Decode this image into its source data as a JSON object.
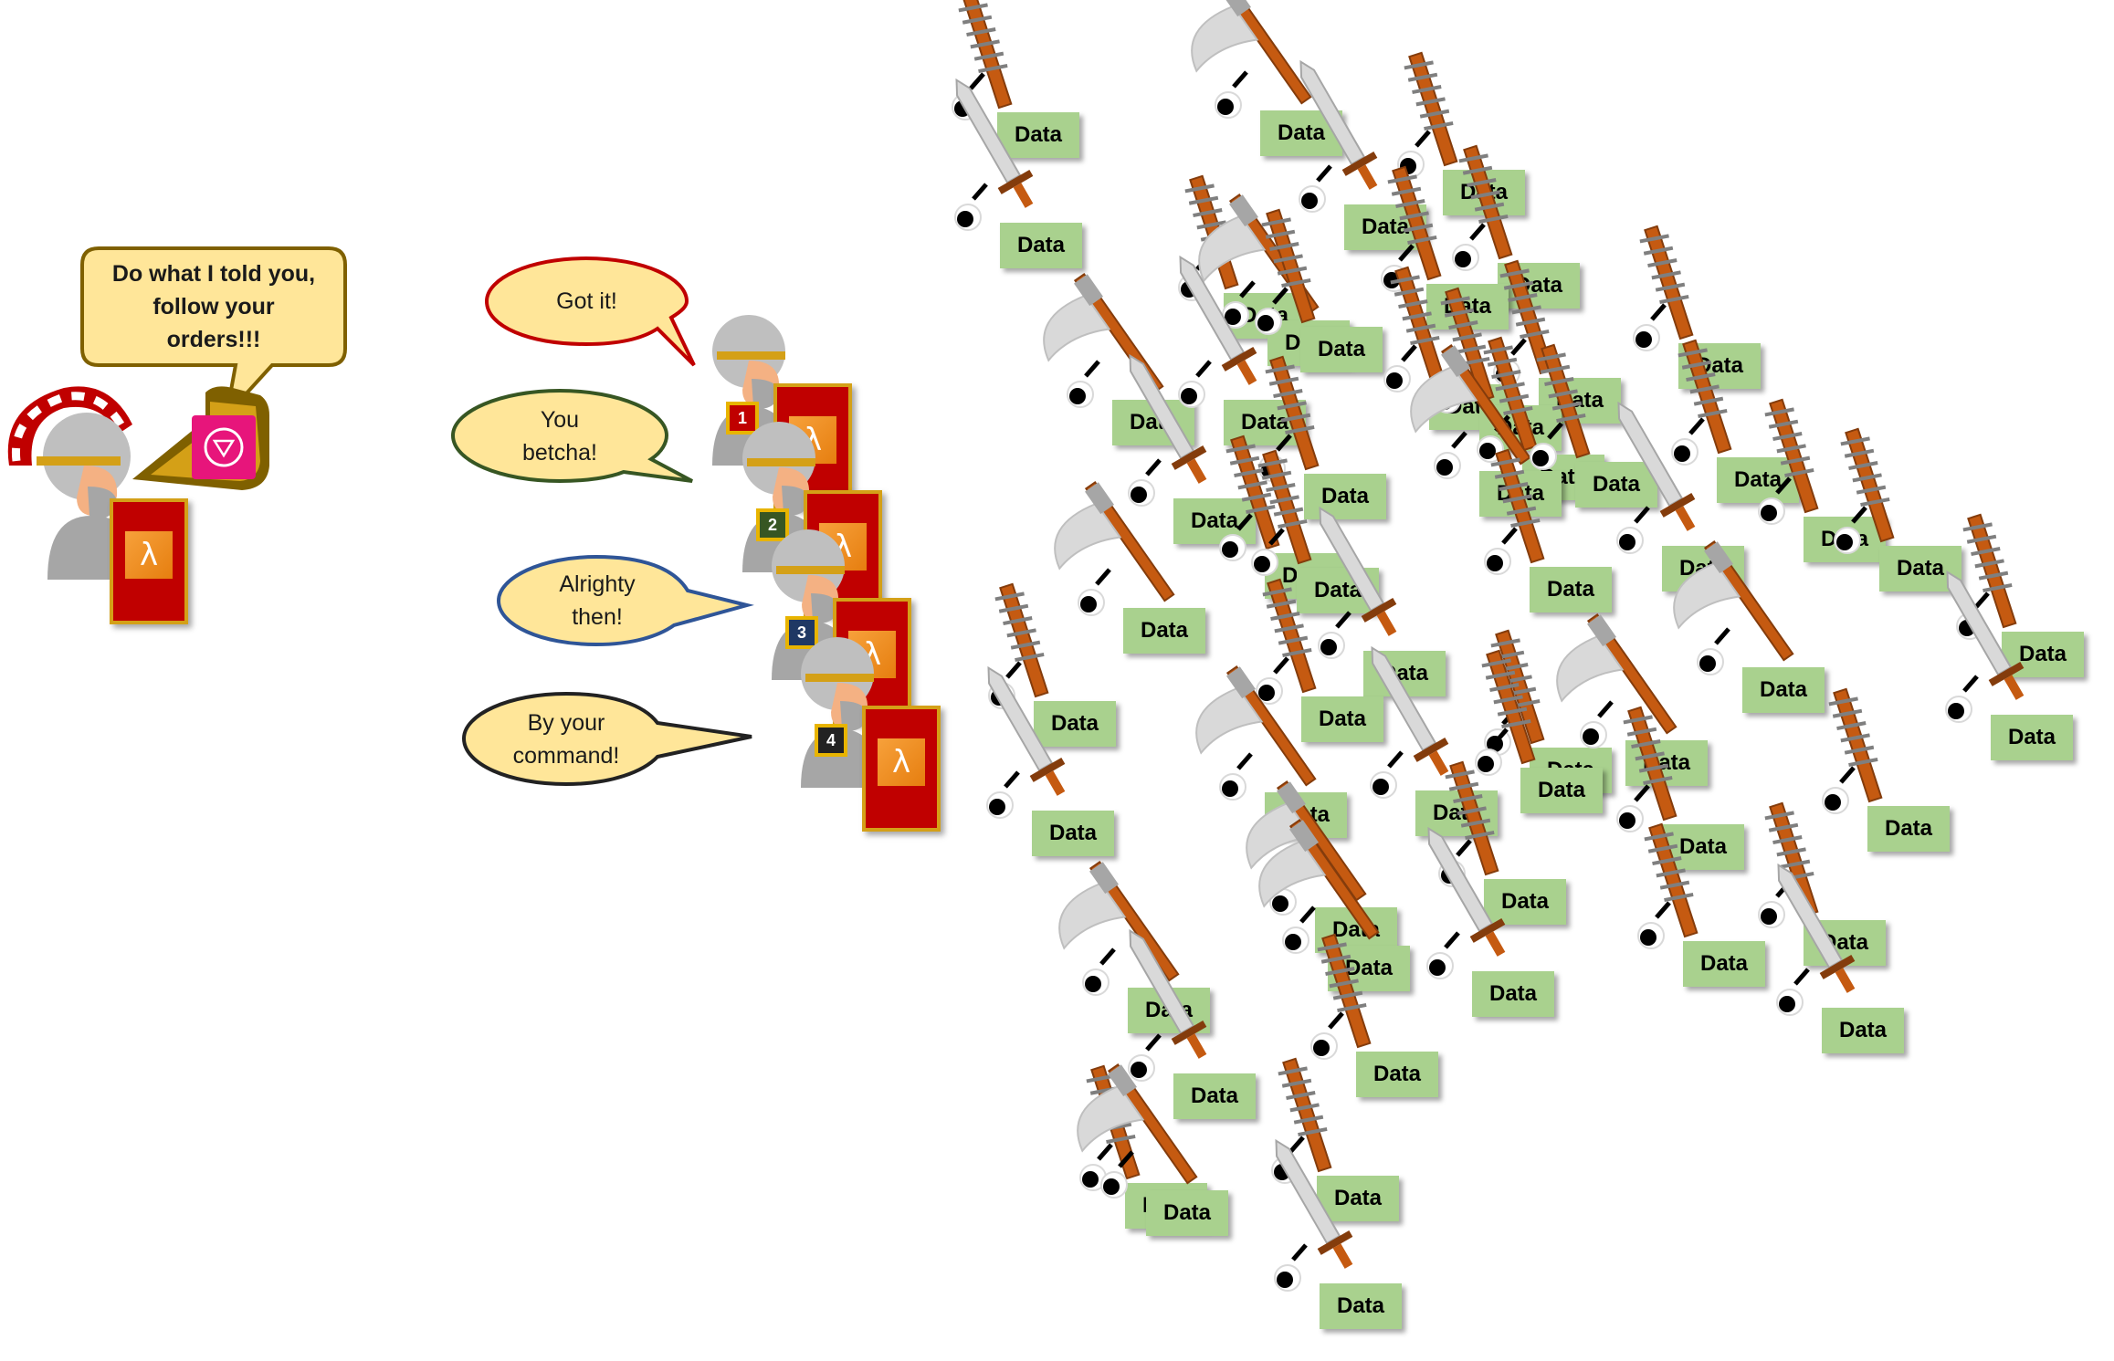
{
  "commander": {
    "speech": "Do what I told you,\nfollow your\norders!!!",
    "shield_icon": "lambda-icon",
    "megaphone_icon": "eventbridge-icon"
  },
  "soldiers": [
    {
      "badge": "1",
      "badge_color": "#c00000",
      "speech": "Got it!",
      "bubble_border": "#c00000"
    },
    {
      "badge": "2",
      "badge_color": "#375623",
      "speech": "You\nbetcha!",
      "bubble_border": "#375623"
    },
    {
      "badge": "3",
      "badge_color": "#1f3864",
      "speech": "Alrighty\nthen!",
      "bubble_border": "#2f5597"
    },
    {
      "badge": "4",
      "badge_color": "#222222",
      "speech": "By your\ncommand!",
      "bubble_border": "#222222"
    }
  ],
  "data_label": "Data",
  "colors": {
    "bubble_fill": "#ffe699",
    "data_fill": "#a9d18e",
    "shield_red": "#c00000",
    "gold": "#d4a017",
    "weapon_orange": "#c55a11",
    "steel": "#d9d9d9"
  }
}
